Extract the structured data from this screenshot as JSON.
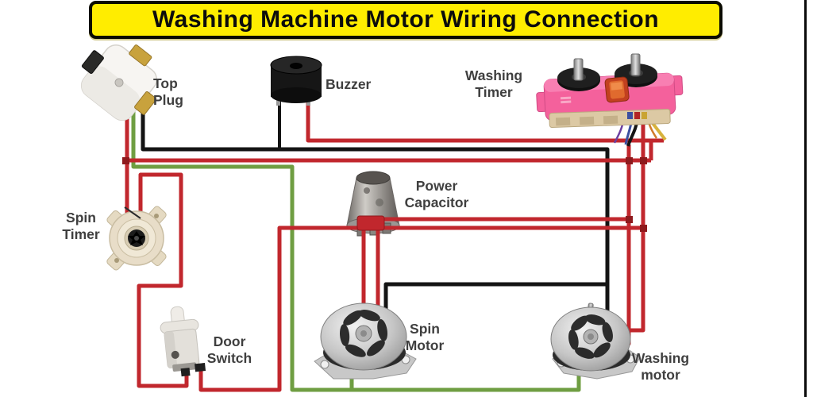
{
  "title": "Washing Machine Motor Wiring Connection",
  "labels": {
    "top_plug": "Top Plug",
    "buzzer": "Buzzer",
    "washing_timer": {
      "line1": "Washing",
      "line2": "Timer"
    },
    "spin_timer": {
      "line1": "Spin",
      "line2": "Timer"
    },
    "power_capacitor": {
      "line1": "Power",
      "line2": "Capacitor"
    },
    "door_switch": {
      "line1": "Door",
      "line2": "Switch"
    },
    "spin_motor": {
      "line1": "Spin",
      "line2": "Motor"
    },
    "washing_motor": {
      "line1": "Washing",
      "line2": "motor"
    }
  },
  "colors": {
    "banner_bg": "#ffed00",
    "banner_border": "#0b0b00",
    "label_text": "#3f3f3f",
    "wire_red": "#c1272d",
    "wire_dark_red": "#8e1a1d",
    "wire_black": "#141414",
    "wire_green": "#6f9e42",
    "wire_yellow": "#d7b23c",
    "wire_blue": "#3b4fa0",
    "timer_pink": "#f4619c"
  }
}
